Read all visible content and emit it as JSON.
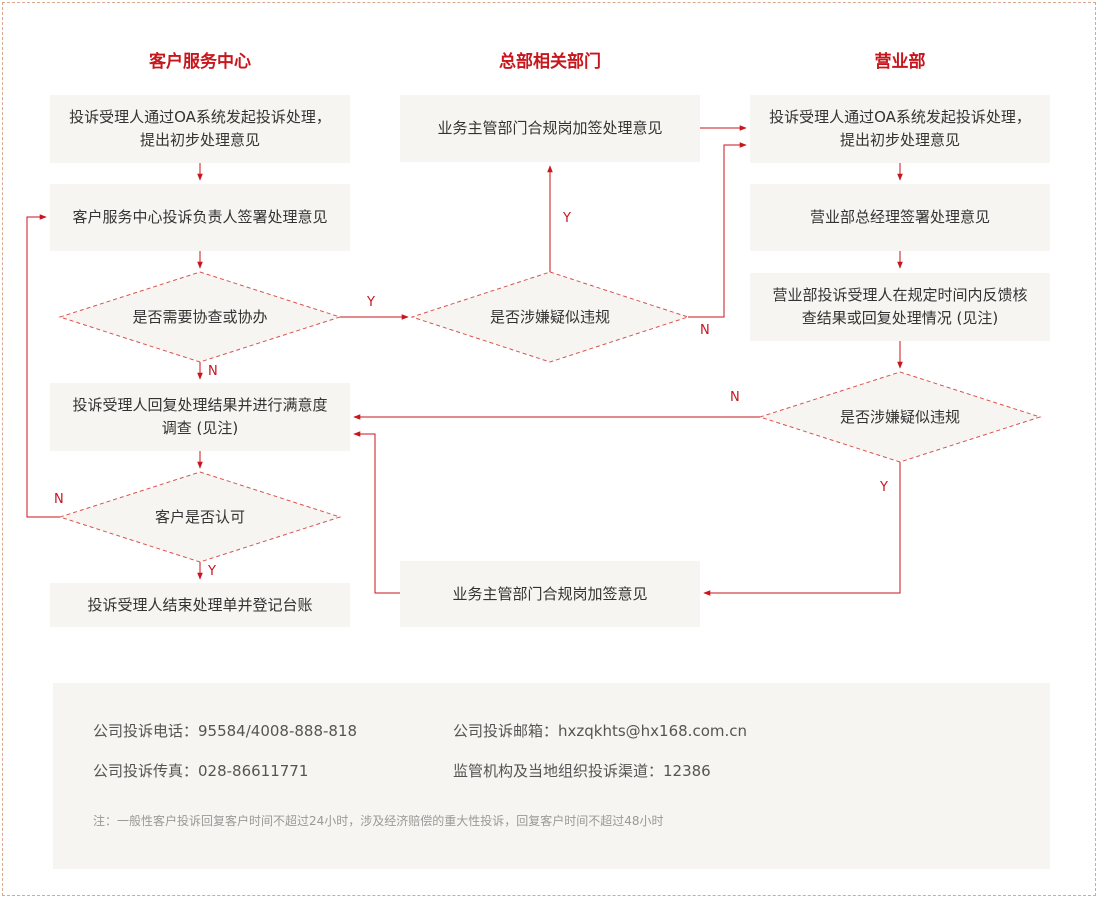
{
  "columns": {
    "left": "客户服务中心",
    "middle": "总部相关部门",
    "right": "营业部"
  },
  "nodes": {
    "left_start": "投诉受理人通过OA系统发起投诉处理，提出初步处理意见",
    "left_sign": "客户服务中心投诉负责人签署处理意见",
    "left_decision_assist": "是否需要协查或协办",
    "left_reply": "投诉受理人回复处理结果并进行满意度调查 (见注)",
    "left_decision_accept": "客户是否认可",
    "left_end": "投诉受理人结束处理单并登记台账",
    "mid_top_box": "业务主管部门合规岗加签处理意见",
    "mid_decision": "是否涉嫌疑似违规",
    "mid_bottom_box": "业务主管部门合规岗加签意见",
    "right_start": "投诉受理人通过OA系统发起投诉处理，提出初步处理意见",
    "right_sign": "营业部总经理签署处理意见",
    "right_feedback": "营业部投诉受理人在规定时间内反馈核查结果或回复处理情况 (见注)",
    "right_decision": "是否涉嫌疑似违规"
  },
  "labels": {
    "yes": "Y",
    "no": "N"
  },
  "footer": {
    "phone": "公司投诉电话：95584/4008-888-818",
    "email": "公司投诉邮箱：hxzqkhts@hx168.com.cn",
    "fax": "公司投诉传真：028-86611771",
    "regulator": "监管机构及当地组织投诉渠道：12386",
    "note": "注：一般性客户投诉回复客户时间不超过24小时，涉及经济赔偿的重大性投诉，回复客户时间不超过48小时"
  },
  "colors": {
    "accent": "#c8161d",
    "box_bg": "#f7f5f1"
  }
}
